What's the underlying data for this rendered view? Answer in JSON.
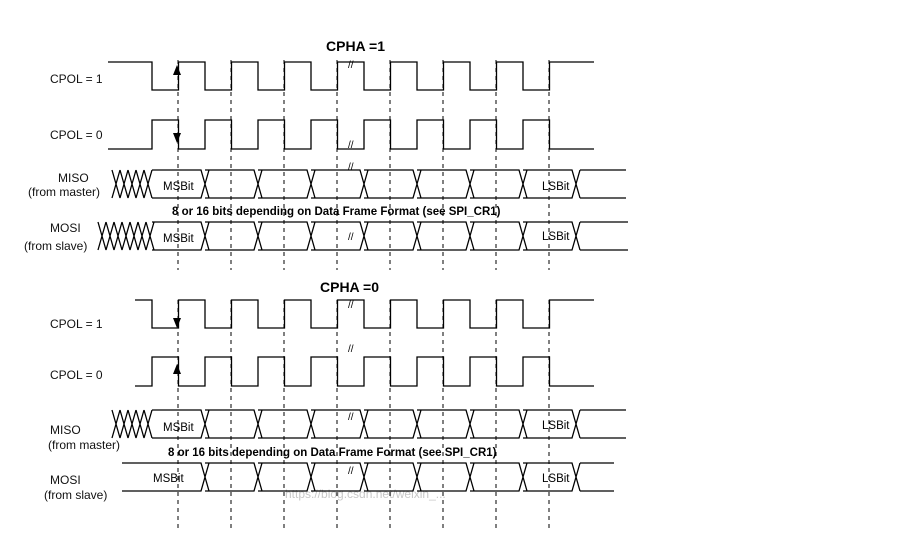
{
  "sections": [
    {
      "title": "CPHA =1",
      "clock_labels": [
        "CPOL = 1",
        "CPOL = 0"
      ],
      "miso_label": [
        "MISO",
        "(from master)"
      ],
      "mosi_label": [
        "MOSI",
        "(from slave)"
      ],
      "msb": "MSBit",
      "lsb": "LSBit",
      "note": "8 or 16 bits depending on Data Frame Format (see SPI_CR1)"
    },
    {
      "title": "CPHA =0",
      "clock_labels": [
        "CPOL = 1",
        "CPOL = 0"
      ],
      "miso_label": [
        "MISO",
        "(from master)"
      ],
      "mosi_label": [
        "MOSI",
        "(from slave)"
      ],
      "msb": "MSBit",
      "lsb": "LSBit",
      "note": "8 or 16 bits depending on Data Frame Format (see SPI_CR1)"
    }
  ],
  "watermark": "https://blog.csdn.net/weixin_..."
}
